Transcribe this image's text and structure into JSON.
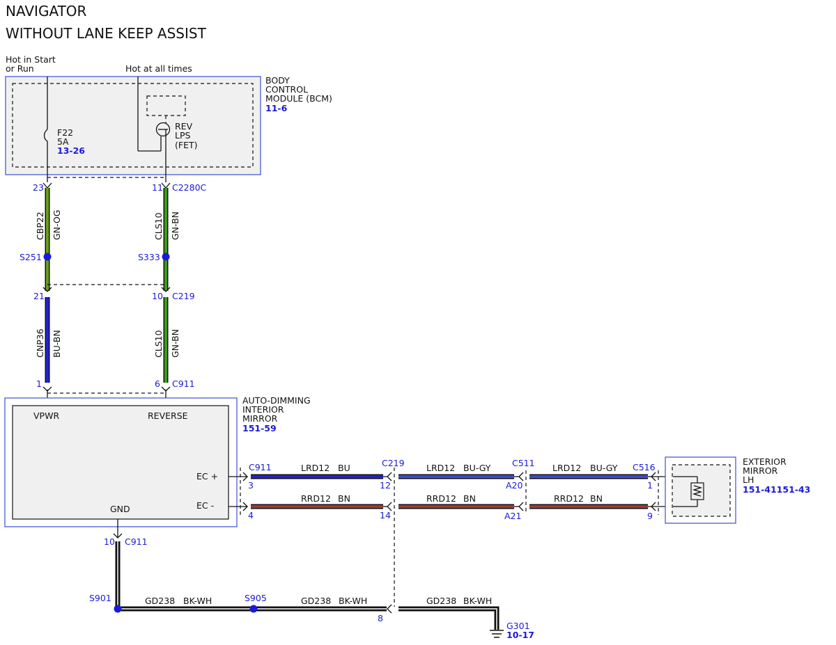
{
  "title": {
    "line1": "NAVIGATOR",
    "line2": "WITHOUT LANE KEEP ASSIST"
  },
  "power_labels": {
    "hot_in_start_1": "Hot in Start",
    "hot_in_start_2": "or Run",
    "hot_at_all_times": "Hot at all times"
  },
  "bcm": {
    "name_1": "BODY",
    "name_2": "CONTROL",
    "name_3": "MODULE (BCM)",
    "ref": "11-6",
    "fuse_name": "F22",
    "fuse_rating": "5A",
    "fuse_ref": "13-26",
    "fet_1": "REV",
    "fet_2": "LPS",
    "fet_3": "(FET)"
  },
  "connectors": {
    "c2280c": {
      "name": "C2280C",
      "pin_a": "23",
      "pin_b": "11"
    },
    "c219_upper": {
      "name": "C219",
      "pin_a": "21",
      "pin_b": "10"
    },
    "c911_upper": {
      "name": "C911",
      "pin_a": "1",
      "pin_b": "6"
    },
    "c911_ec": {
      "name": "C911",
      "pin_pos": "3",
      "pin_neg": "4"
    },
    "c219_ec": {
      "name": "C219",
      "pin_pos": "12",
      "pin_neg": "14"
    },
    "c511": {
      "name": "C511",
      "pin_pos": "A20",
      "pin_neg": "A21"
    },
    "c516": {
      "name": "C516",
      "pin_pos": "1",
      "pin_neg": "9"
    },
    "c911_gnd": {
      "name": "C911",
      "pin": "10"
    },
    "c219_gnd": {
      "pin": "8"
    }
  },
  "splices": {
    "s251": "S251",
    "s333": "S333",
    "s901": "S901",
    "s905": "S905"
  },
  "wires": {
    "cbp22": {
      "circuit": "CBP22",
      "color": "GN-OG"
    },
    "cls10_upper": {
      "circuit": "CLS10",
      "color": "GN-BN"
    },
    "cnp36": {
      "circuit": "CNP36",
      "color": "BU-BN"
    },
    "cls10_lower": {
      "circuit": "CLS10",
      "color": "GN-BN"
    },
    "lrd12_1": {
      "circuit": "LRD12",
      "color": "BU"
    },
    "lrd12_2": {
      "circuit": "LRD12",
      "color": "BU-GY"
    },
    "lrd12_3": {
      "circuit": "LRD12",
      "color": "BU-GY"
    },
    "rrd12_1": {
      "circuit": "RRD12",
      "color": "BN"
    },
    "rrd12_2": {
      "circuit": "RRD12",
      "color": "BN"
    },
    "rrd12_3": {
      "circuit": "RRD12",
      "color": "BN"
    },
    "gd238_1": {
      "circuit": "GD238",
      "color": "BK-WH"
    },
    "gd238_2": {
      "circuit": "GD238",
      "color": "BK-WH"
    },
    "gd238_3": {
      "circuit": "GD238",
      "color": "BK-WH"
    }
  },
  "interior_mirror": {
    "name_1": "AUTO-DIMMING",
    "name_2": "INTERIOR",
    "name_3": "MIRROR",
    "ref": "151-59",
    "pin_vpwr": "VPWR",
    "pin_reverse": "REVERSE",
    "pin_gnd": "GND",
    "pin_ec_pos": "EC +",
    "pin_ec_neg": "EC -"
  },
  "exterior_mirror": {
    "name_1": "EXTERIOR",
    "name_2": "MIRROR",
    "name_3": "LH",
    "ref": "151-41151-43"
  },
  "ground": {
    "name": "G301",
    "ref": "10-17"
  },
  "colors": {
    "label_blue": "#1a1ad6",
    "box_outline_blue": "#4a5ad8",
    "module_fill": "#f0f0f0",
    "wire_green": "#3f9a1e",
    "wire_green_orange": "#6b9e1f",
    "wire_blue": "#2222d0",
    "wire_blue_gray": "#3c4ad8",
    "wire_brown": "#a33a33",
    "wire_black": "#111111",
    "splice_dot": "#1a1ad6"
  }
}
